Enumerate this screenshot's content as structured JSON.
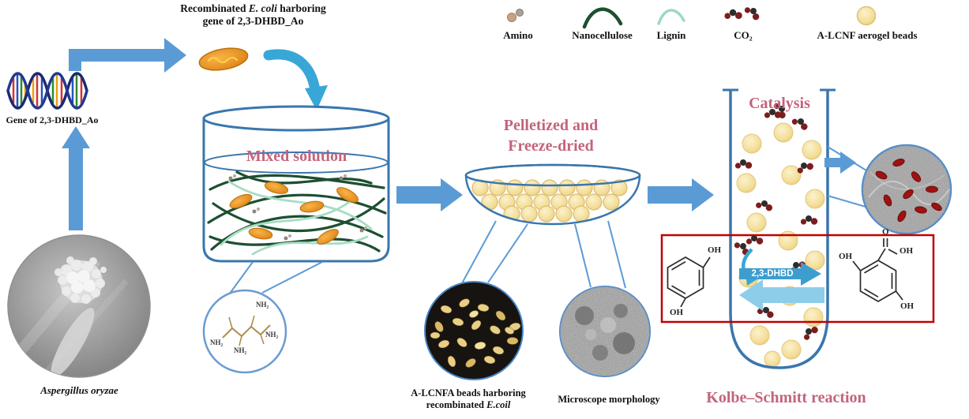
{
  "colors": {
    "accent_pink": "#c2647c",
    "arrow_blue": "#5b9bd5",
    "outline_blue": "#3a76ad",
    "reaction_box_red": "#c00000",
    "nanocellulose_green": "#1d4f30",
    "lignin_green": "#9fd8c0",
    "bead_yellow": "#f3dd96",
    "bacteria_orange": "#e8891f",
    "co2_dark_red": "#7c1d1d"
  },
  "header": {
    "line1_pre": "Recombinated ",
    "line1_italic": "E. coli",
    "line1_post": " harboring",
    "line2": "gene of 2,3-DHBD_Ao"
  },
  "gene_label": "Gene of 2,3-DHBD_Ao",
  "aspergillus_label": "Aspergillus oryzae",
  "legend": {
    "amino": "Amino",
    "nanocellulose": "Nanocellulose",
    "lignin": "Lignin",
    "co2": "CO₂",
    "aerogel": "A-LCNF aerogel beads"
  },
  "stages": {
    "mixed_solution": "Mixed solution",
    "pelletized_line1": "Pelletized and",
    "pelletized_line2": "Freeze-dried",
    "catalysis": "Catalysis",
    "kolbe_schmitt": "Kolbe–Schmitt reaction"
  },
  "captions": {
    "beads_line1": "A-LCNFA beads harboring",
    "beads_line2_pre": "recombinated ",
    "beads_line2_italic": "E.coil",
    "microscope": "Microscope morphology"
  },
  "chemistry": {
    "nh2": "NH₂",
    "oh": "OH",
    "o": "O",
    "enzyme": "2,3-DHBD"
  }
}
